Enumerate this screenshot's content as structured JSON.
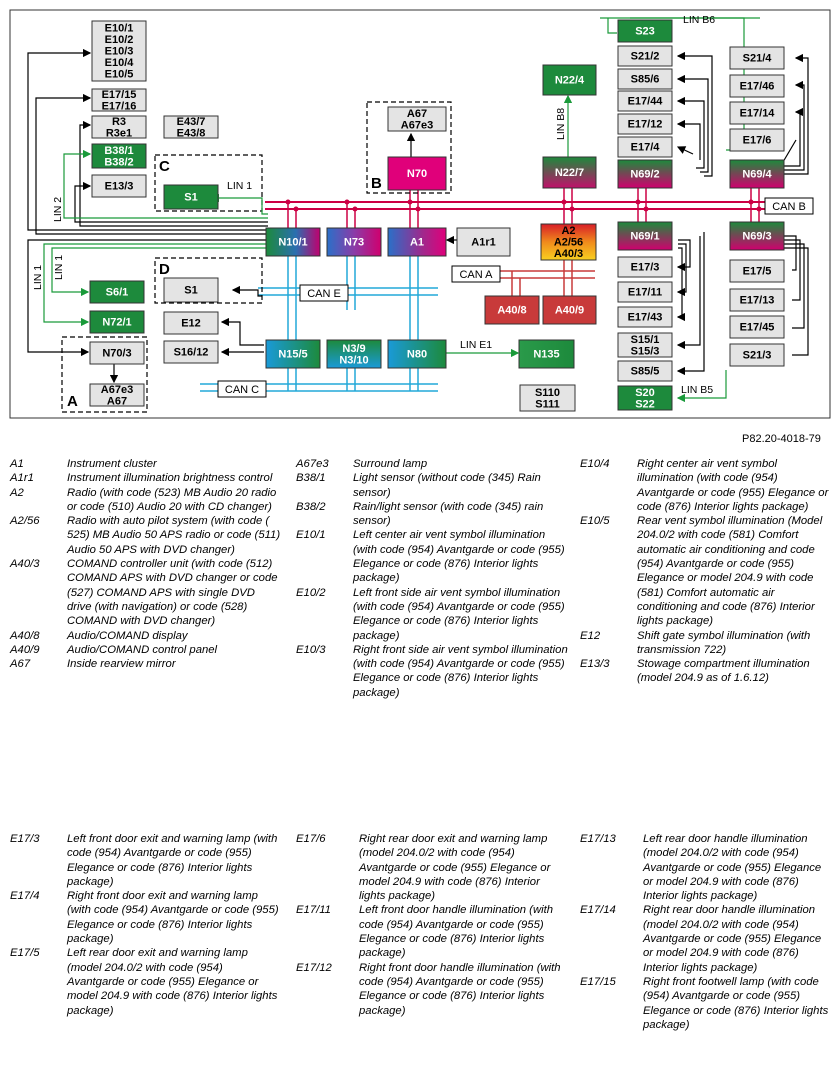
{
  "ref": "P82.20-4018-79",
  "colors": {
    "can_bus": "#cc0044",
    "can_c_bus": "#22a8d8",
    "lin_line": "#1a9a3a",
    "green_box": "#1d8a3c",
    "gray_box": "#e4e4e4",
    "magenta_box": "#e0007a",
    "red_box": "#c83a3a"
  },
  "diagram": {
    "boxes": [
      {
        "id": "b1",
        "lines": [
          "E10/1",
          "E10/2",
          "E10/3",
          "E10/4",
          "E10/5"
        ]
      },
      {
        "id": "b2",
        "lines": [
          "E17/15",
          "E17/16"
        ]
      },
      {
        "id": "b3",
        "lines": [
          "R3",
          "R3e1"
        ]
      },
      {
        "id": "b4",
        "lines": [
          "B38/1",
          "B38/2"
        ]
      },
      {
        "id": "b5",
        "lines": [
          "E13/3"
        ]
      },
      {
        "id": "b6",
        "lines": [
          "E43/7",
          "E43/8"
        ]
      },
      {
        "id": "b7",
        "lines": [
          "S1"
        ]
      },
      {
        "id": "b8",
        "lines": [
          "A67",
          "A67e3"
        ]
      },
      {
        "id": "b9",
        "lines": [
          "N70"
        ]
      },
      {
        "id": "b10",
        "lines": [
          "N22/4"
        ]
      },
      {
        "id": "b11",
        "lines": [
          "N22/7"
        ]
      },
      {
        "id": "b12",
        "lines": [
          "S23"
        ]
      },
      {
        "id": "b13",
        "lines": [
          "S21/2"
        ]
      },
      {
        "id": "b14",
        "lines": [
          "S85/6"
        ]
      },
      {
        "id": "b15",
        "lines": [
          "E17/44"
        ]
      },
      {
        "id": "b16",
        "lines": [
          "E17/12"
        ]
      },
      {
        "id": "b17",
        "lines": [
          "E17/4"
        ]
      },
      {
        "id": "b18",
        "lines": [
          "N69/2"
        ]
      },
      {
        "id": "b19",
        "lines": [
          "S21/4"
        ]
      },
      {
        "id": "b20",
        "lines": [
          "E17/46"
        ]
      },
      {
        "id": "b21",
        "lines": [
          "E17/14"
        ]
      },
      {
        "id": "b22",
        "lines": [
          "E17/6"
        ]
      },
      {
        "id": "b23",
        "lines": [
          "N69/4"
        ]
      },
      {
        "id": "b24",
        "lines": [
          "N10/1"
        ]
      },
      {
        "id": "b25",
        "lines": [
          "N73"
        ]
      },
      {
        "id": "b26",
        "lines": [
          "A1"
        ]
      },
      {
        "id": "b27",
        "lines": [
          "A1r1"
        ]
      },
      {
        "id": "b28",
        "lines": [
          "A2",
          "A2/56",
          "A40/3"
        ]
      },
      {
        "id": "b29",
        "lines": [
          "N69/1"
        ]
      },
      {
        "id": "b30",
        "lines": [
          "N69/3"
        ]
      },
      {
        "id": "b31",
        "lines": [
          "S6/1"
        ]
      },
      {
        "id": "b32",
        "lines": [
          "S1"
        ]
      },
      {
        "id": "b33",
        "lines": [
          "A40/8"
        ]
      },
      {
        "id": "b34",
        "lines": [
          "A40/9"
        ]
      },
      {
        "id": "b35",
        "lines": [
          "E17/3"
        ]
      },
      {
        "id": "b36",
        "lines": [
          "E17/11"
        ]
      },
      {
        "id": "b37",
        "lines": [
          "E17/43"
        ]
      },
      {
        "id": "b38",
        "lines": [
          "S15/1",
          "S15/3"
        ]
      },
      {
        "id": "b39",
        "lines": [
          "S85/5"
        ]
      },
      {
        "id": "b40",
        "lines": [
          "S20",
          "S22"
        ]
      },
      {
        "id": "b41",
        "lines": [
          "E17/5"
        ]
      },
      {
        "id": "b42",
        "lines": [
          "E17/13"
        ]
      },
      {
        "id": "b43",
        "lines": [
          "E17/45"
        ]
      },
      {
        "id": "b44",
        "lines": [
          "S21/3"
        ]
      },
      {
        "id": "b45",
        "lines": [
          "N72/1"
        ]
      },
      {
        "id": "b46",
        "lines": [
          "E12"
        ]
      },
      {
        "id": "b47",
        "lines": [
          "S16/12"
        ]
      },
      {
        "id": "b48",
        "lines": [
          "N15/5"
        ]
      },
      {
        "id": "b49",
        "lines": [
          "N3/9",
          "N3/10"
        ]
      },
      {
        "id": "b50",
        "lines": [
          "N80"
        ]
      },
      {
        "id": "b51",
        "lines": [
          "N135"
        ]
      },
      {
        "id": "b52",
        "lines": [
          "N70/3"
        ]
      },
      {
        "id": "b53",
        "lines": [
          "A67e3",
          "A67"
        ]
      },
      {
        "id": "b54",
        "lines": [
          "S110",
          "S111"
        ]
      }
    ],
    "bus_labels": [
      {
        "id": "canb",
        "text": "CAN B"
      },
      {
        "id": "cana",
        "text": "CAN A"
      },
      {
        "id": "cane",
        "text": "CAN E"
      },
      {
        "id": "canc",
        "text": "CAN C"
      }
    ],
    "line_labels": [
      {
        "id": "linb6",
        "text": "LIN B6"
      },
      {
        "id": "linb8",
        "text": "LIN B8"
      },
      {
        "id": "lin1c",
        "text": "LIN 1"
      },
      {
        "id": "lin2",
        "text": "LIN 2"
      },
      {
        "id": "lin1a",
        "text": "LIN 1"
      },
      {
        "id": "lin1b",
        "text": "LIN 1"
      },
      {
        "id": "line1",
        "text": "LIN E1"
      },
      {
        "id": "linb5",
        "text": "LIN B5"
      }
    ],
    "group_labels": [
      {
        "id": "gA",
        "text": "A"
      },
      {
        "id": "gB",
        "text": "B"
      },
      {
        "id": "gC",
        "text": "C"
      },
      {
        "id": "gD",
        "text": "D"
      }
    ]
  },
  "legend": {
    "col1": [
      {
        "code": "A1",
        "desc": "Instrument cluster"
      },
      {
        "code": "A1r1",
        "desc": "Instrument illumination brightness control"
      },
      {
        "code": "A2",
        "desc": "Radio (with code (523) MB Audio 20 radio or code (510) Audio 20 with CD changer)"
      },
      {
        "code": "A2/56",
        "desc": "Radio with auto pilot system (with code ( 525) MB Audio 50 APS radio or code (511) Audio 50 APS with DVD changer)"
      },
      {
        "code": "A40/3",
        "desc": "COMAND controller unit (with code (512) COMAND APS with DVD changer or code (527) COMAND APS with single DVD drive (with navigation) or code (528) COMAND with DVD changer)"
      },
      {
        "code": "A40/8",
        "desc": "Audio/COMAND display"
      },
      {
        "code": "A40/9",
        "desc": "Audio/COMAND control panel"
      },
      {
        "code": "A67",
        "desc": "Inside rearview mirror"
      }
    ],
    "col2": [
      {
        "code": "A67e3",
        "desc": "Surround lamp"
      },
      {
        "code": "B38/1",
        "desc": "Light sensor (without code (345) Rain sensor)"
      },
      {
        "code": "B38/2",
        "desc": "Rain/light sensor (with code (345) rain sensor)"
      },
      {
        "code": "E10/1",
        "desc": "Left center air vent symbol illumination (with code (954) Avantgarde or code (955) Elegance or code (876) Interior lights package)"
      },
      {
        "code": "E10/2",
        "desc": "Left front side air vent symbol illumination (with code (954) Avantgarde or code (955) Elegance or code (876) Interior lights package)"
      },
      {
        "code": "E10/3",
        "desc": "Right front side air vent symbol illumination (with code (954) Avantgarde or code (955) Elegance or code (876) Interior lights package)"
      }
    ],
    "col3": [
      {
        "code": "E10/4",
        "desc": "Right center air vent symbol illumination (with code (954) Avantgarde or code (955) Elegance or code (876) Interior lights package)"
      },
      {
        "code": "E10/5",
        "desc": "Rear vent symbol illumination (Model 204.0/2 with code (581) Comfort automatic air conditioning and code (954) Avantgarde or code (955) Elegance or model 204.9 with code (581) Comfort automatic air conditioning and code (876) Interior lights package)"
      },
      {
        "code": "E12",
        "desc": "Shift gate symbol illumination (with transmission 722)"
      },
      {
        "code": "E13/3",
        "desc": "Stowage compartment illumination (model 204.9 as of 1.6.12)"
      }
    ],
    "col4": [
      {
        "code": "E17/3",
        "desc": "Left front door exit and warning lamp (with code (954) Avantgarde or code (955) Elegance or code (876) Interior lights package)"
      },
      {
        "code": "E17/4",
        "desc": "Right front door exit and warning lamp (with code (954) Avantgarde or code (955) Elegance or code (876) Interior lights package)"
      },
      {
        "code": "E17/5",
        "desc": "Left rear door exit and warning lamp (model 204.0/2 with code (954) Avantgarde or code (955) Elegance or model 204.9 with code (876) Interior lights package)"
      }
    ],
    "col5": [
      {
        "code": "E17/6",
        "desc": "Right rear door exit and warning lamp (model 204.0/2 with code (954) Avantgarde or code (955) Elegance or model 204.9 with code (876) Interior lights package)"
      },
      {
        "code": "E17/11",
        "desc": "Left front door handle illumination (with code (954) Avantgarde or code (955) Elegance or code (876) Interior lights package)"
      },
      {
        "code": "E17/12",
        "desc": "Right front door handle illumination (with code (954) Avantgarde or code (955) Elegance or code (876) Interior lights package)"
      }
    ],
    "col6": [
      {
        "code": "E17/13",
        "desc": "Left rear door handle illumination (model 204.0/2 with code (954) Avantgarde or code (955) Elegance or model 204.9 with code (876) Interior lights package)"
      },
      {
        "code": "E17/14",
        "desc": "Right rear door handle illumination (model 204.0/2 with code (954) Avantgarde or code (955) Elegance or model 204.9 with code (876) Interior lights package)"
      },
      {
        "code": "E17/15",
        "desc": "Right front footwell lamp (with code (954) Avantgarde or code (955) Elegance or code (876) Interior lights package)"
      }
    ]
  }
}
